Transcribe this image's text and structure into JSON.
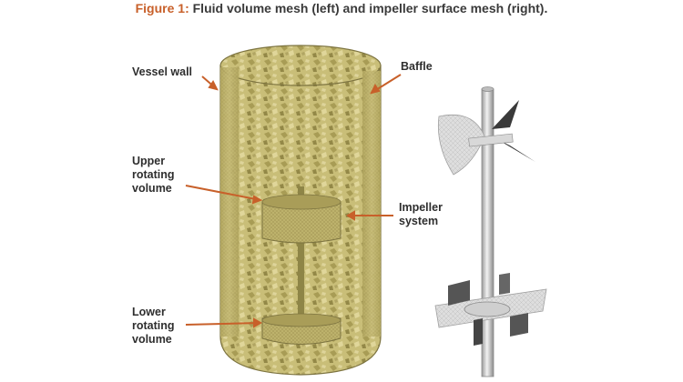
{
  "caption": {
    "lead": "Figure 1:",
    "text": " Fluid volume mesh (left) and impeller surface mesh (right)."
  },
  "labels": {
    "vessel_wall": "Vessel wall",
    "baffle": "Baffle",
    "upper_line1": "Upper",
    "upper_line2": "rotating",
    "upper_line3": "volume",
    "impeller_line1": "Impeller",
    "impeller_line2": "system",
    "lower_line1": "Lower",
    "lower_line2": "rotating",
    "lower_line3": "volume"
  },
  "colors": {
    "accent": "#c8602a",
    "mesh_fill": "#c9be78",
    "mesh_dark": "#8f8547",
    "impeller_grey": "#d8d8d8"
  }
}
